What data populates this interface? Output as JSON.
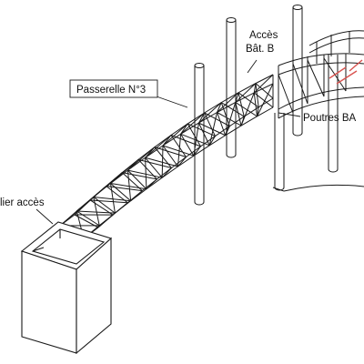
{
  "labels": {
    "passerelle": "Passerelle N°3",
    "acces_line1": "Accès",
    "acces_line2": "Bât. B",
    "poutres": "Poutres BA",
    "escalier": "lier accès"
  },
  "colors": {
    "line": "#1a1a1a",
    "background": "#ffffff",
    "accent_red": "#d9534f"
  }
}
